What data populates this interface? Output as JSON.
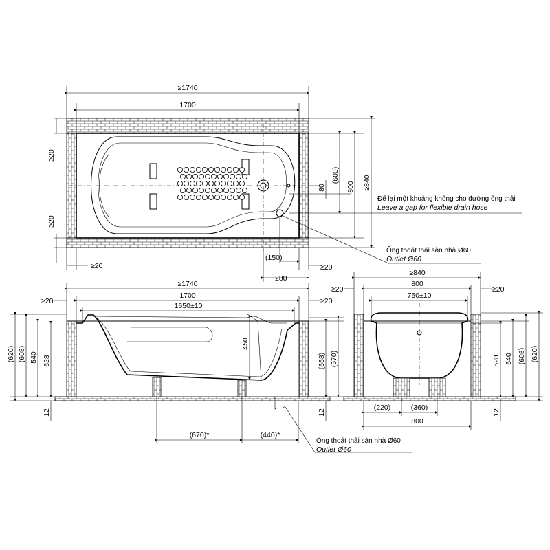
{
  "plan": {
    "overall_width": "≥1740",
    "tub_length": "1700",
    "wall_gap_top": "≥20",
    "wall_gap_bottom": "≥20",
    "gap_left": "≥20",
    "gap_right": "≥20",
    "outlet_offset": "(150)",
    "outlet_distance": "280",
    "right_width_a": "(600)",
    "right_height": "800",
    "right_overall": "≥840",
    "right_small": "80"
  },
  "side": {
    "overall_width": "≥1740",
    "tub_length": "1700",
    "inner_length": "1650±10",
    "gap_left": "≥20",
    "gap_right": "≥20",
    "h_620": "(620)",
    "h_608": "(608)",
    "h_540": "540",
    "h_528": "528",
    "h_12": "12",
    "depth_450": "450",
    "h_558": "(558)",
    "h_570": "(570)",
    "h_12_right": "12",
    "leg_dist_1": "(670)*",
    "leg_dist_2": "(440)*"
  },
  "end": {
    "overall_width": "≥840",
    "tub_width": "800",
    "inner_width": "750±10",
    "gap_left": "≥20",
    "gap_right": "≥20",
    "h_528": "528",
    "h_540": "540",
    "h_608": "(608)",
    "h_620": "(620)",
    "h_12": "12",
    "foot_left": "(220)",
    "foot_span": "(360)",
    "bottom_width": "800"
  },
  "notes": {
    "gap_vi": "Để lại một khoảng không cho đường ống thải",
    "gap_en": "Leave a gap for flexible drain hose",
    "outlet_vi": "Ống thoát thải sàn nhà Ø60",
    "outlet_en": "Outlet Ø60",
    "outlet2_vi": "Ống thoát thải sàn nhà Ø60",
    "outlet2_en": "Outlet Ø60"
  }
}
